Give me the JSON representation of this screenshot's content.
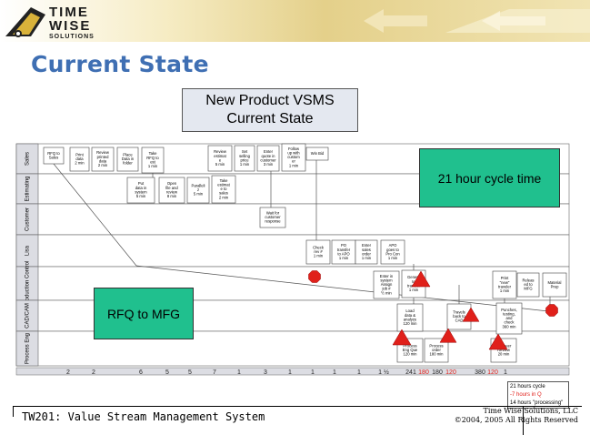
{
  "header": {
    "logo_word_1": "TIME",
    "logo_word_2": "WISE",
    "logo_word_3": "SOLUTIONS"
  },
  "slide": {
    "title": "Current State",
    "box_title_line1": "New Product VSMS",
    "box_title_line2": "Current State"
  },
  "lanes": [
    {
      "label": "Sales"
    },
    {
      "label": "Estimating"
    },
    {
      "label": "Customer"
    },
    {
      "label": "Lisa"
    },
    {
      "label": "Production Control"
    },
    {
      "label": "CAD/CAM"
    },
    {
      "label": "Process Eng"
    }
  ],
  "activities": [
    {
      "lines": [
        "RFQ to",
        "Sales"
      ]
    },
    {
      "lines": [
        "Print",
        "data",
        "2 min"
      ]
    },
    {
      "lines": [
        "Review",
        "printed",
        "data",
        "2 min"
      ]
    },
    {
      "lines": [
        "Place",
        "Data in",
        "folder"
      ]
    },
    {
      "lines": [
        "Take",
        "RFQ to",
        "est",
        "1 min"
      ]
    },
    {
      "lines": [
        "Review",
        "estimat",
        "e",
        "5 min"
      ]
    },
    {
      "lines": [
        "Set",
        "selling",
        "price",
        "1 min"
      ]
    },
    {
      "lines": [
        "Enter",
        "quote in",
        "customer",
        "3 min"
      ]
    },
    {
      "lines": [
        "Follow",
        "up with",
        "custom",
        "er",
        "1 min"
      ]
    },
    {
      "lines": [
        "Win Bid"
      ]
    },
    {
      "lines": [
        "Put",
        "data in",
        "system",
        "5 min"
      ]
    },
    {
      "lines": [
        "Open",
        "file and",
        "review",
        "8 min"
      ]
    },
    {
      "lines": [
        "Paralleli",
        "z",
        "5 min"
      ]
    },
    {
      "lines": [
        "Take",
        "estimat",
        "e to",
        "sales",
        "2 min"
      ]
    },
    {
      "lines": [
        "Wait for",
        "customer",
        "response"
      ]
    },
    {
      "lines": [
        "Check",
        "rev #",
        "1 min"
      ]
    },
    {
      "lines": [
        "PO",
        "transfer",
        "to APO",
        "1 min"
      ]
    },
    {
      "lines": [
        "Enter",
        "sales",
        "order",
        "1 min"
      ]
    },
    {
      "lines": [
        "APO",
        "goes to",
        "Pro Con",
        "1 min"
      ]
    },
    {
      "lines": [
        "Enter in",
        "system",
        "Assign",
        "job #",
        "½ min"
      ]
    },
    {
      "lines": [
        "Genera",
        "te",
        "traveler",
        "1 min"
      ]
    },
    {
      "lines": [
        "Print",
        "\"new\"",
        "traveler",
        "1 min"
      ]
    },
    {
      "lines": [
        "Releas",
        "ed to",
        "MFG"
      ]
    },
    {
      "lines": [
        "Material",
        "Prep"
      ]
    },
    {
      "lines": [
        "Load",
        "data &",
        "analyze",
        "120 min"
      ]
    },
    {
      "lines": [
        "Travels",
        "back to",
        "CAD"
      ]
    },
    {
      "lines": [
        "Punches,",
        "testing,",
        "and",
        "check",
        "360 min"
      ]
    },
    {
      "lines": [
        "Process",
        "Eng Que",
        "120 min"
      ]
    },
    {
      "lines": [
        "Process",
        "order",
        "180 min"
      ]
    },
    {
      "lines": [
        "Engineer",
        "Review",
        "20 min"
      ]
    }
  ],
  "timeline": {
    "values": [
      "2",
      "2",
      "6",
      "5",
      "5",
      "7",
      "1",
      "3",
      "1",
      "1",
      "1",
      "1",
      "1 ½",
      "241",
      "180",
      "180",
      "120",
      "380",
      "120",
      "1"
    ],
    "red_value_indices": [
      14,
      16,
      18
    ]
  },
  "callouts": {
    "cycle_time": "21 hour cycle time",
    "rfq_to_mfg": "RFQ to MFG"
  },
  "summary": {
    "line1": "21 hours cycle",
    "line2": "-7 hours in Q",
    "line3": "14 hours \"processing\""
  },
  "footer": {
    "course_title": "TW201: Value Stream Management System",
    "company": "Time Wise Solutions, LLC",
    "copyright": "©2004, 2005 All Rights Reserved"
  },
  "colors": {
    "title_blue": "#3f6fb3",
    "callout_green": "#20c08e",
    "queue_red": "#e0201a",
    "lane_band": "#dcdde3"
  }
}
